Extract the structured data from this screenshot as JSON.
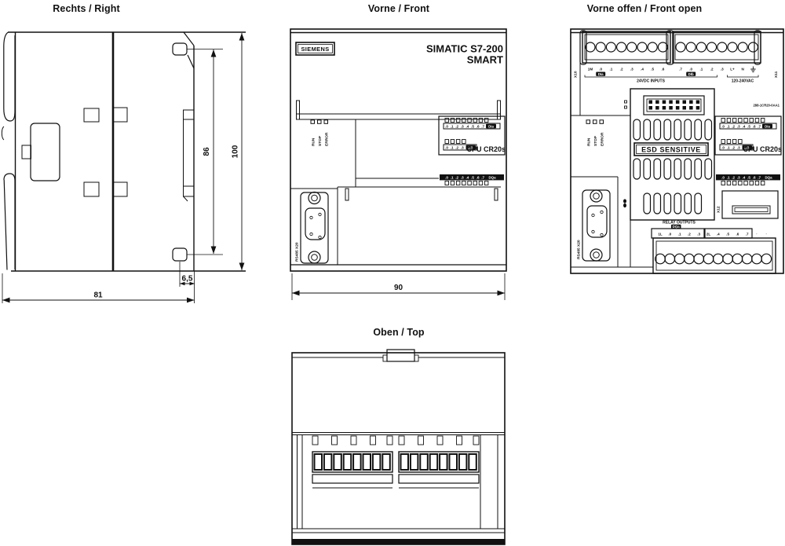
{
  "views": {
    "right": {
      "title": "Rechts / Right"
    },
    "front": {
      "title": "Vorne / Front"
    },
    "front_open": {
      "title": "Vorne offen / Front open"
    },
    "top": {
      "title": "Oben / Top"
    }
  },
  "dimensions_mm": {
    "mounting_hole_spacing": "86",
    "overall_height": "100",
    "overall_depth": "81",
    "hole_edge_offset": "6,5",
    "overall_width": "90"
  },
  "branding": {
    "logo": "SIEMENS",
    "product_line": "SIMATIC S7-200",
    "product_sub": "SMART",
    "cpu_model": "CPU CR20s",
    "order_number": "288-1CR20-0AA1"
  },
  "status_leds": [
    "RUN",
    "STOP",
    "ERROR"
  ],
  "led_rows": {
    "dia": {
      "digits": [
        ".0",
        ".1",
        ".2",
        ".3",
        ".4",
        ".5",
        ".6",
        ".7"
      ],
      "badge": "DIa"
    },
    "dib": {
      "digits": [
        ".0",
        ".1",
        ".2",
        ".3"
      ],
      "badge": "DIb"
    },
    "dqa": {
      "digits": [
        ".0",
        ".1",
        ".2",
        ".3",
        ".4",
        ".5",
        ".6",
        ".7"
      ],
      "badge": "DQa"
    }
  },
  "top_terminals": {
    "x10": "X10",
    "x11": "X11",
    "row_a": [
      "1M",
      ".0",
      ".1",
      ".2",
      ".3",
      ".4",
      ".5",
      ".6"
    ],
    "row_b": [
      ".7",
      ".0",
      ".1",
      ".2",
      ".3"
    ],
    "power": [
      "L+",
      "N"
    ],
    "ground_icon": "earth-ground",
    "dia_badge": "DIa",
    "dib_badge": "DIb",
    "inputs_label": "24VDC INPUTS",
    "power_label": "120-240VAC"
  },
  "bottom_terminals": {
    "group_label": "RELAY OUTPUTS",
    "group_badge": "DQa",
    "row_a": [
      "1L",
      ".0",
      ".1",
      ".2",
      ".3"
    ],
    "row_b": [
      "2L",
      ".4",
      ".5",
      ".6",
      ".7"
    ],
    "spares": [
      "·",
      "·"
    ]
  },
  "connectors": {
    "rs485_port": "RS485 X20",
    "expansion_slot": "X12",
    "esd_warning": "ESD SENSITIVE"
  }
}
